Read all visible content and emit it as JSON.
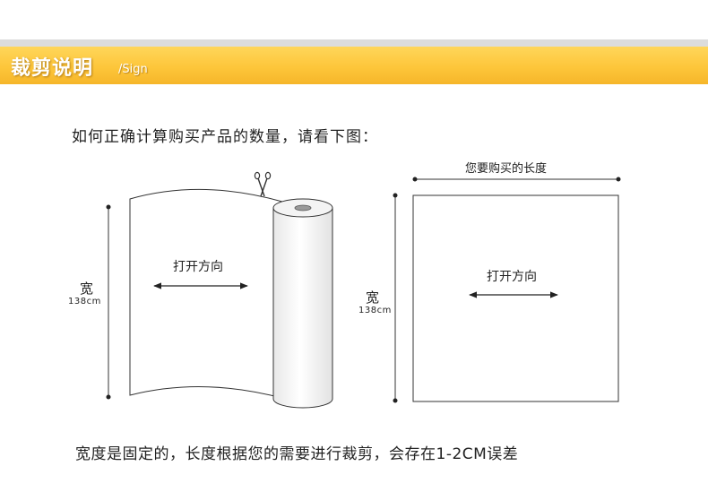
{
  "header": {
    "title": "裁剪说明",
    "subtitle": "/Sign"
  },
  "intro_text": "如何正确计算购买产品的数量，请看下图：",
  "roll_diagram": {
    "open_direction_label": "打开方向",
    "width_label": "宽",
    "width_value": "138cm",
    "scissors_icon": "scissors-icon"
  },
  "square_diagram": {
    "length_label": "您要购买的长度",
    "open_direction_label": "打开方向",
    "width_label": "宽",
    "width_value": "138cm"
  },
  "footnote": "宽度是固定的，长度根据您的需要进行裁剪，会存在1-2CM误差",
  "colors": {
    "banner": "#fdc63a",
    "line": "#222222"
  }
}
